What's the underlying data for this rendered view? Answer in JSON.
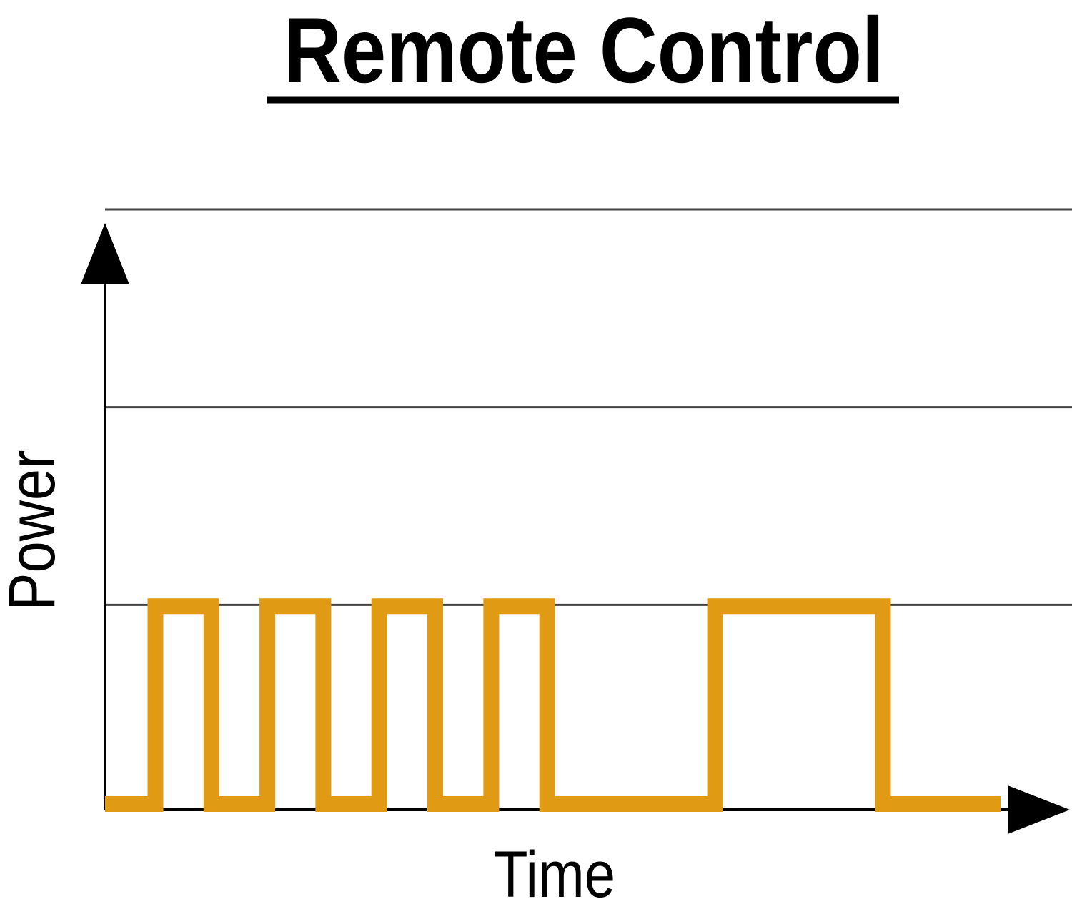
{
  "chart_data": {
    "type": "line",
    "title": "Remote Control",
    "xlabel": "Time",
    "ylabel": "Power",
    "xlim": [
      0,
      16
    ],
    "ylim": [
      0,
      3
    ],
    "grid": true,
    "step": true,
    "series": [
      {
        "color": "#e09a14",
        "x": [
          0,
          0.9,
          0.9,
          1.9,
          1.9,
          2.9,
          2.9,
          3.9,
          3.9,
          4.9,
          4.9,
          5.9,
          5.9,
          6.9,
          6.9,
          7.9,
          7.9,
          10.9,
          10.9,
          13.9,
          13.9,
          16
        ],
        "y": [
          0,
          0,
          1,
          1,
          0,
          0,
          1,
          1,
          0,
          0,
          1,
          1,
          0,
          0,
          1,
          1,
          0,
          0,
          1,
          1,
          0,
          0
        ]
      }
    ],
    "colors": {
      "signal": "#e09a14",
      "axis": "#000000",
      "grid": "#444444"
    }
  }
}
